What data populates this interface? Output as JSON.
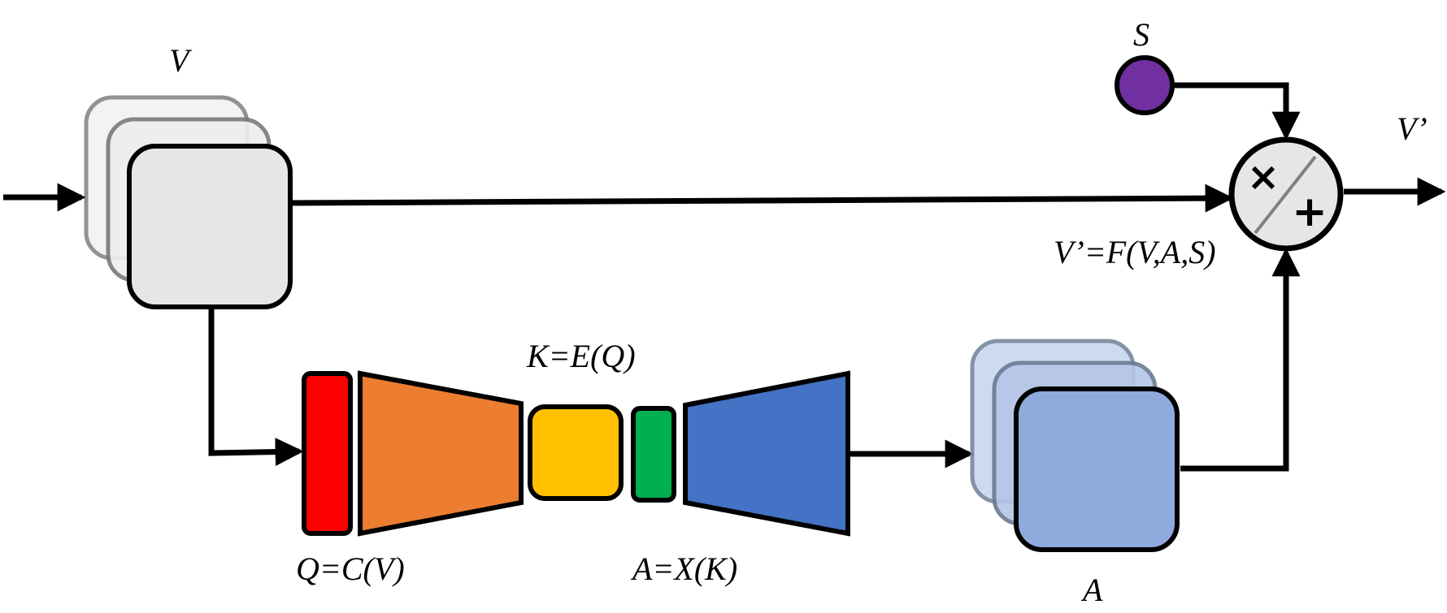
{
  "labels": {
    "v_input": "V",
    "v_output": "V’",
    "scalar": "S",
    "fusion_formula": "V’=F(V,A,S)",
    "encoder_output": "K=E(Q)",
    "compress": "Q=C(V)",
    "expand": "A=X(K)",
    "attention": "A"
  },
  "operator_symbols": {
    "multiply": "×",
    "add": "+"
  },
  "colors": {
    "feature_map": "#e6e6e6",
    "compress_block": "#ff0000",
    "encoder": "#ed7d31",
    "latent": "#ffc000",
    "expand_block": "#00b050",
    "decoder": "#4472c4",
    "attention_map": "#8faadc",
    "scalar_node": "#7030a0",
    "operator": "#e6e6e6",
    "operator_slash": "#808080"
  }
}
